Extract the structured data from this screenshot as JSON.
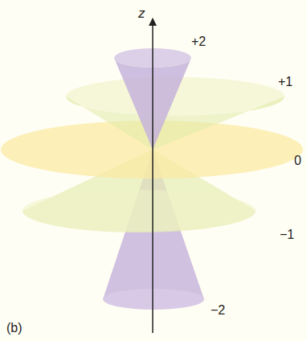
{
  "diagram": {
    "labels": [
      "z",
      "+2",
      "+1",
      "0",
      "−1",
      "−2",
      "(b)"
    ]
  }
}
